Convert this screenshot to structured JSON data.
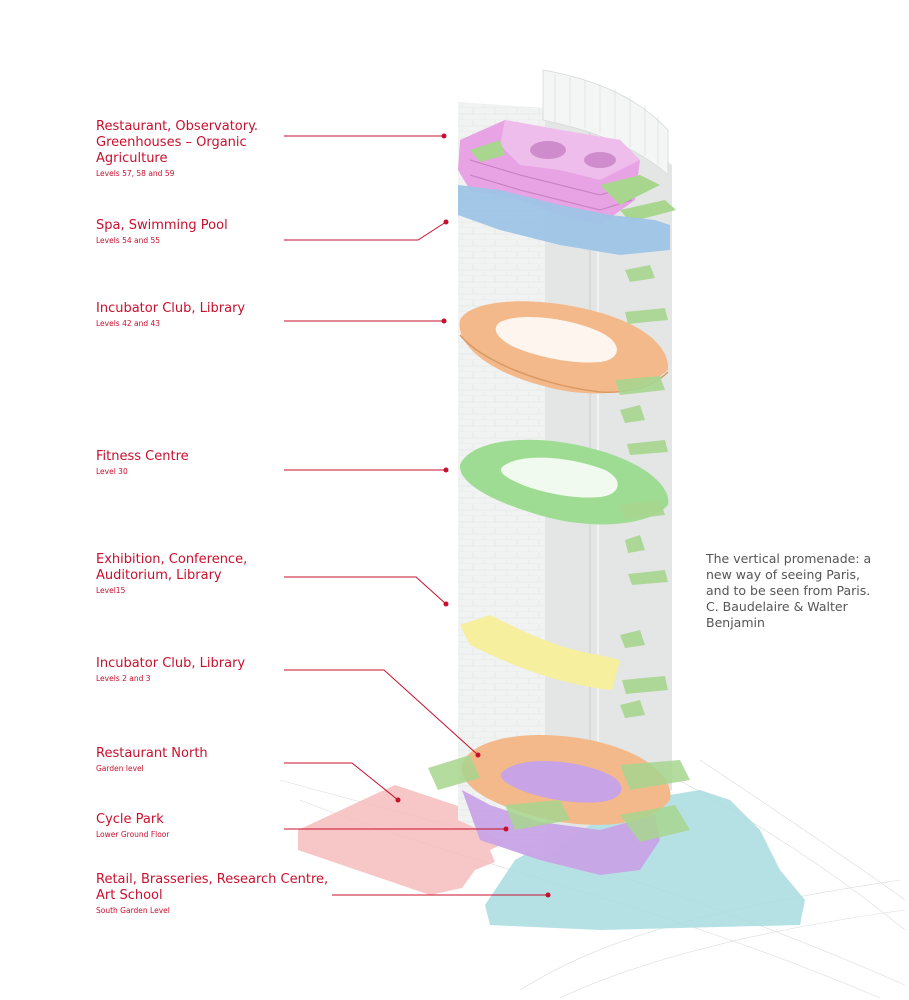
{
  "colors": {
    "accent_red": "#c8102e",
    "tower": "#eceded",
    "tower_shade": "#dcdede",
    "pink": "#e7a3e3",
    "blue": "#9ec4e6",
    "orange": "#f3b98a",
    "green": "#9fdc93",
    "yellow": "#f5ef9e",
    "purple": "#c8a3e6",
    "salmon": "#f6bcbc",
    "teal": "#a9dcdf",
    "leaf": "#a8d68f"
  },
  "labels": [
    {
      "id": "restaurant-observatory",
      "title": "Restaurant, Observatory.\nGreenhouses – Organic\nAgriculture",
      "levels": "Levels 57, 58 and 59"
    },
    {
      "id": "spa-pool",
      "title": "Spa, Swimming Pool",
      "levels": "Levels 54 and 55"
    },
    {
      "id": "incubator-upper",
      "title": "Incubator Club, Library",
      "levels": "Levels 42 and 43"
    },
    {
      "id": "fitness",
      "title": "Fitness Centre",
      "levels": "Level 30"
    },
    {
      "id": "exhibition",
      "title": "Exhibition, Conference,\nAuditorium, Library",
      "levels": "Level15"
    },
    {
      "id": "incubator-lower",
      "title": "Incubator Club, Library",
      "levels": "Levels 2 and 3"
    },
    {
      "id": "restaurant-north",
      "title": "Restaurant North",
      "levels": "Garden level"
    },
    {
      "id": "cycle-park",
      "title": "Cycle Park",
      "levels": "Lower Ground Floor"
    },
    {
      "id": "retail",
      "title": "Retail, Brasseries, Research Centre,\nArt School",
      "levels": "South Garden Level"
    }
  ],
  "quote": "The vertical promenade: a\nnew way of seeing Paris,\nand to be seen from Paris.\nC. Baudelaire & Walter\nBenjamin"
}
